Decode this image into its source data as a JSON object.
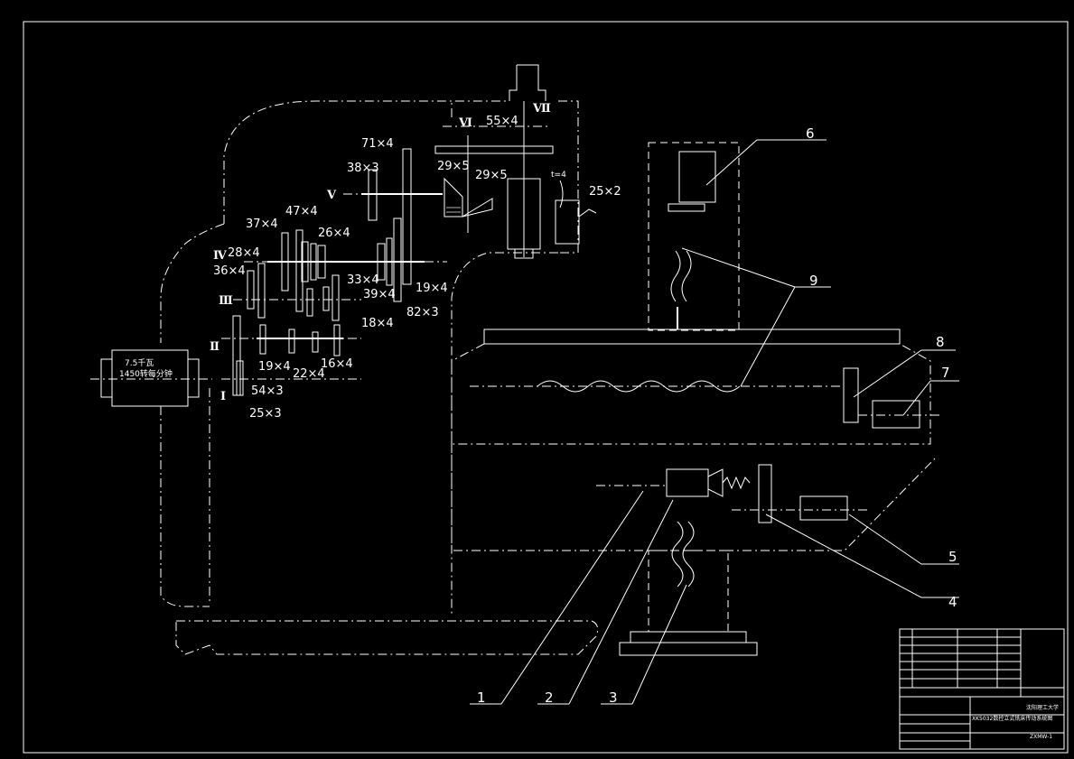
{
  "motor_label": {
    "line1": "7.5千瓦",
    "line2": "1450转每分钟"
  },
  "shaft_labels": [
    "Ⅰ",
    "Ⅱ",
    "Ⅲ",
    "Ⅳ",
    "Ⅴ",
    "Ⅵ",
    "Ⅶ"
  ],
  "gear_labels": {
    "g25x3": "25×3",
    "g54x3": "54×3",
    "g19x4a": "19×4",
    "g22x4": "22×4",
    "g16x4": "16×4",
    "g18x4": "18×4",
    "g39x4": "39×4",
    "g33x4": "33×4",
    "g82x3": "82×3",
    "g19x4b": "19×4",
    "g36x4": "36×4",
    "g28x4": "28×4",
    "g37x4": "37×4",
    "g47x4": "47×4",
    "g26x4": "26×4",
    "g38x3": "38×3",
    "g71x4": "71×4",
    "g55x4": "55×4",
    "g29x5a": "29×5",
    "g29x5b": "29×5",
    "g25x2": "25×2",
    "t4": "t=4"
  },
  "callouts": [
    "1",
    "2",
    "3",
    "4",
    "5",
    "6",
    "7",
    "8",
    "9"
  ],
  "title_block": {
    "school": "沈阳理工大学",
    "title": "XK5032数控立式铣床传动系统图",
    "drawing_no": "ZXMW-1"
  }
}
